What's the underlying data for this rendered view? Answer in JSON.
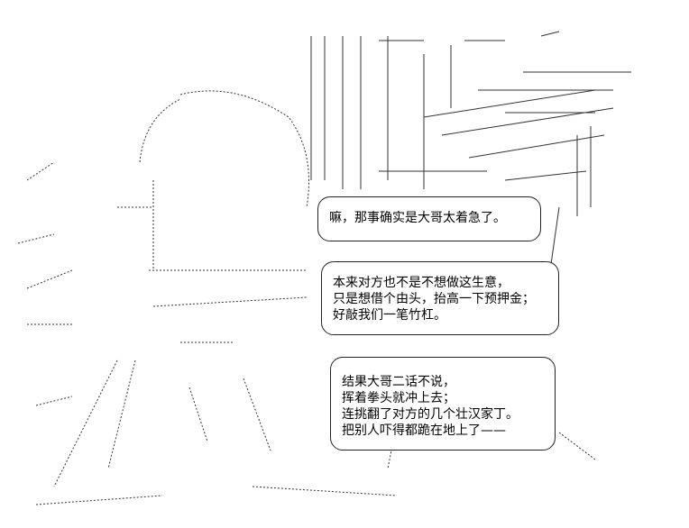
{
  "bubbles": [
    {
      "lines": [
        "嘛，那事确实是大哥太着急了。"
      ]
    },
    {
      "lines": [
        "本来对方也不是不想做这生意，",
        "只是想借个由头，抬高一下预押金；",
        "好敲我们一笔竹杠。"
      ]
    },
    {
      "lines": [
        "结果大哥二话不说，",
        "挥着拳头就冲上去；",
        "连挑翻了对方的几个壮汉家丁。",
        "把别人吓得都跪在地上了——"
      ]
    }
  ]
}
